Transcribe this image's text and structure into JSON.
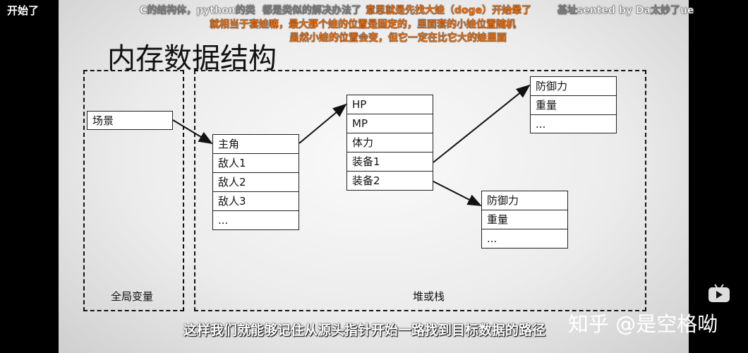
{
  "player_label": "开始了",
  "slide": {
    "title": "内存数据结构",
    "global_box": {
      "label": "全局变量",
      "item": "场景"
    },
    "heap_box": {
      "label": "堆或栈"
    },
    "entity_table": [
      "主角",
      "敌人1",
      "敌人2",
      "敌人3",
      "..."
    ],
    "stats_table": [
      "HP",
      "MP",
      "体力",
      "装备1",
      "装备2"
    ],
    "equip_table_1": [
      "防御力",
      "重量",
      "..."
    ],
    "equip_table_2": [
      "防御力",
      "重量",
      "..."
    ]
  },
  "danmaku": [
    {
      "text": "C的结构体，python的类",
      "style": "gray"
    },
    {
      "text": "都是类似的解决办法了",
      "style": "gray"
    },
    {
      "text": "意思就是先找大娃（doge）开始晕了",
      "style": "orange"
    },
    {
      "text": "基址sented by Da太妙了ue",
      "style": "gray"
    },
    {
      "text": "就相当于套娃嘛，最大那个娃的位置是固定的，里面套的小娃位置随机",
      "style": "orange"
    },
    {
      "text": "虽然小娃的位置会变，但它一定在比它大的娃里面",
      "style": "orange"
    }
  ],
  "subtitle": "这样我们就能够记住从源头指针开始一路找到目标数据的路径",
  "watermark": "知乎 @是空格呦",
  "logo": "bilibili-tv-icon"
}
